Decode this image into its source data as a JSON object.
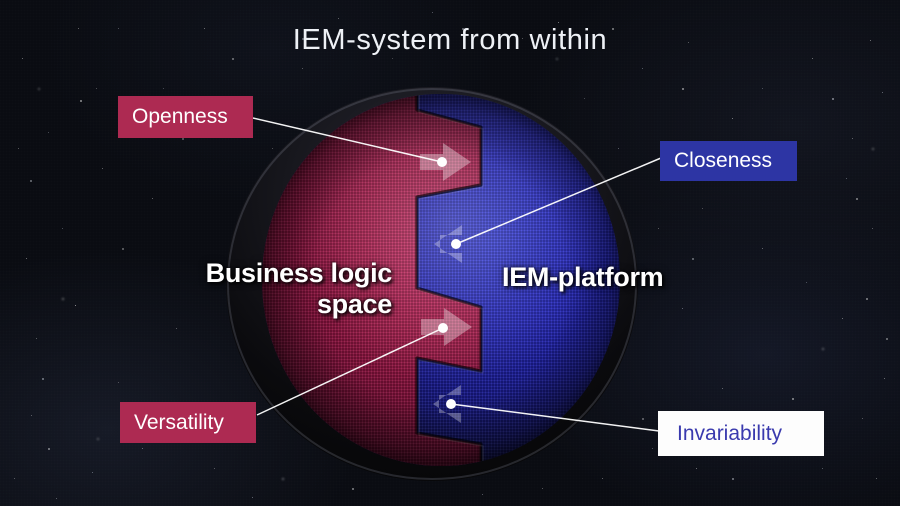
{
  "title": "IEM-system from within",
  "sphere": {
    "left_half_label_lines": [
      "Business logic",
      "space"
    ],
    "right_half_label": "IEM-platform"
  },
  "callouts": [
    {
      "text": "Openness",
      "variant": "crimson"
    },
    {
      "text": "Closeness",
      "variant": "blue"
    },
    {
      "text": "Versatility",
      "variant": "crimson"
    },
    {
      "text": "Invariability",
      "variant": "white"
    }
  ],
  "colors": {
    "background": "#0a0c12",
    "crimson_label": "#ad2a52",
    "blue_label": "#2d35a4",
    "invariability_text": "#3a3aae",
    "red_half": "#b01c4f",
    "blue_half": "#2629c4",
    "title_text": "#eef1f6",
    "connector": "#ffffff"
  }
}
